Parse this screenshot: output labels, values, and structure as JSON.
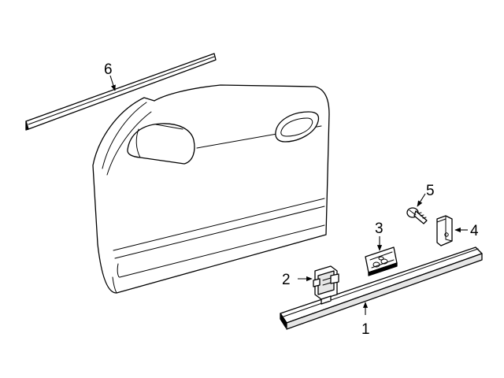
{
  "diagram": {
    "callouts": [
      {
        "id": "1",
        "label": "1"
      },
      {
        "id": "2",
        "label": "2"
      },
      {
        "id": "3",
        "label": "3"
      },
      {
        "id": "4",
        "label": "4"
      },
      {
        "id": "5",
        "label": "5"
      },
      {
        "id": "6",
        "label": "6"
      }
    ],
    "colors": {
      "line": "#000000",
      "background": "#ffffff",
      "panel_shade": "#e6e6e6"
    }
  }
}
